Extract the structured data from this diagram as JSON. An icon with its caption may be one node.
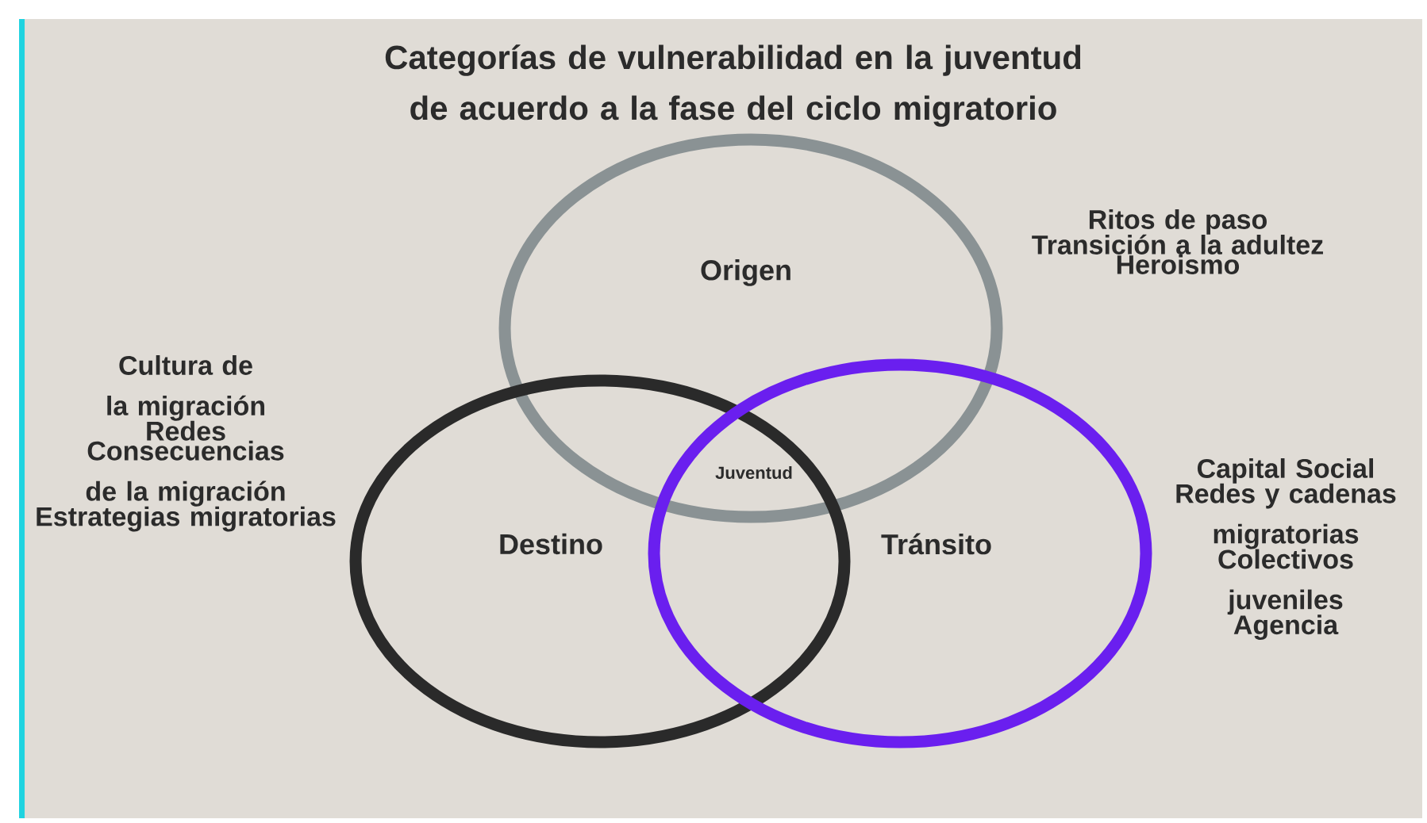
{
  "diagram": {
    "title": "Categorías de vulnerabilidad en la juventud de acuerdo a la fase del ciclo migratorio",
    "nodes": [
      {
        "text": [
          "Origen"
        ],
        "beside": [
          "Ritos de paso",
          "Transición a la adultez",
          "Heroismo"
        ]
      },
      {
        "text": [
          "Destino"
        ],
        "beside": [
          "Cultura de la migración",
          "Redes",
          "Consecuencias de la migración",
          "Estrategias migratorias"
        ]
      },
      {
        "text": [
          "Tránsito"
        ],
        "beside": [
          "Capital Social",
          "Redes y cadenas migratorias",
          "Colectivos juveniles",
          "Agencia"
        ]
      }
    ],
    "labels": [
      "Juventud"
    ]
  }
}
